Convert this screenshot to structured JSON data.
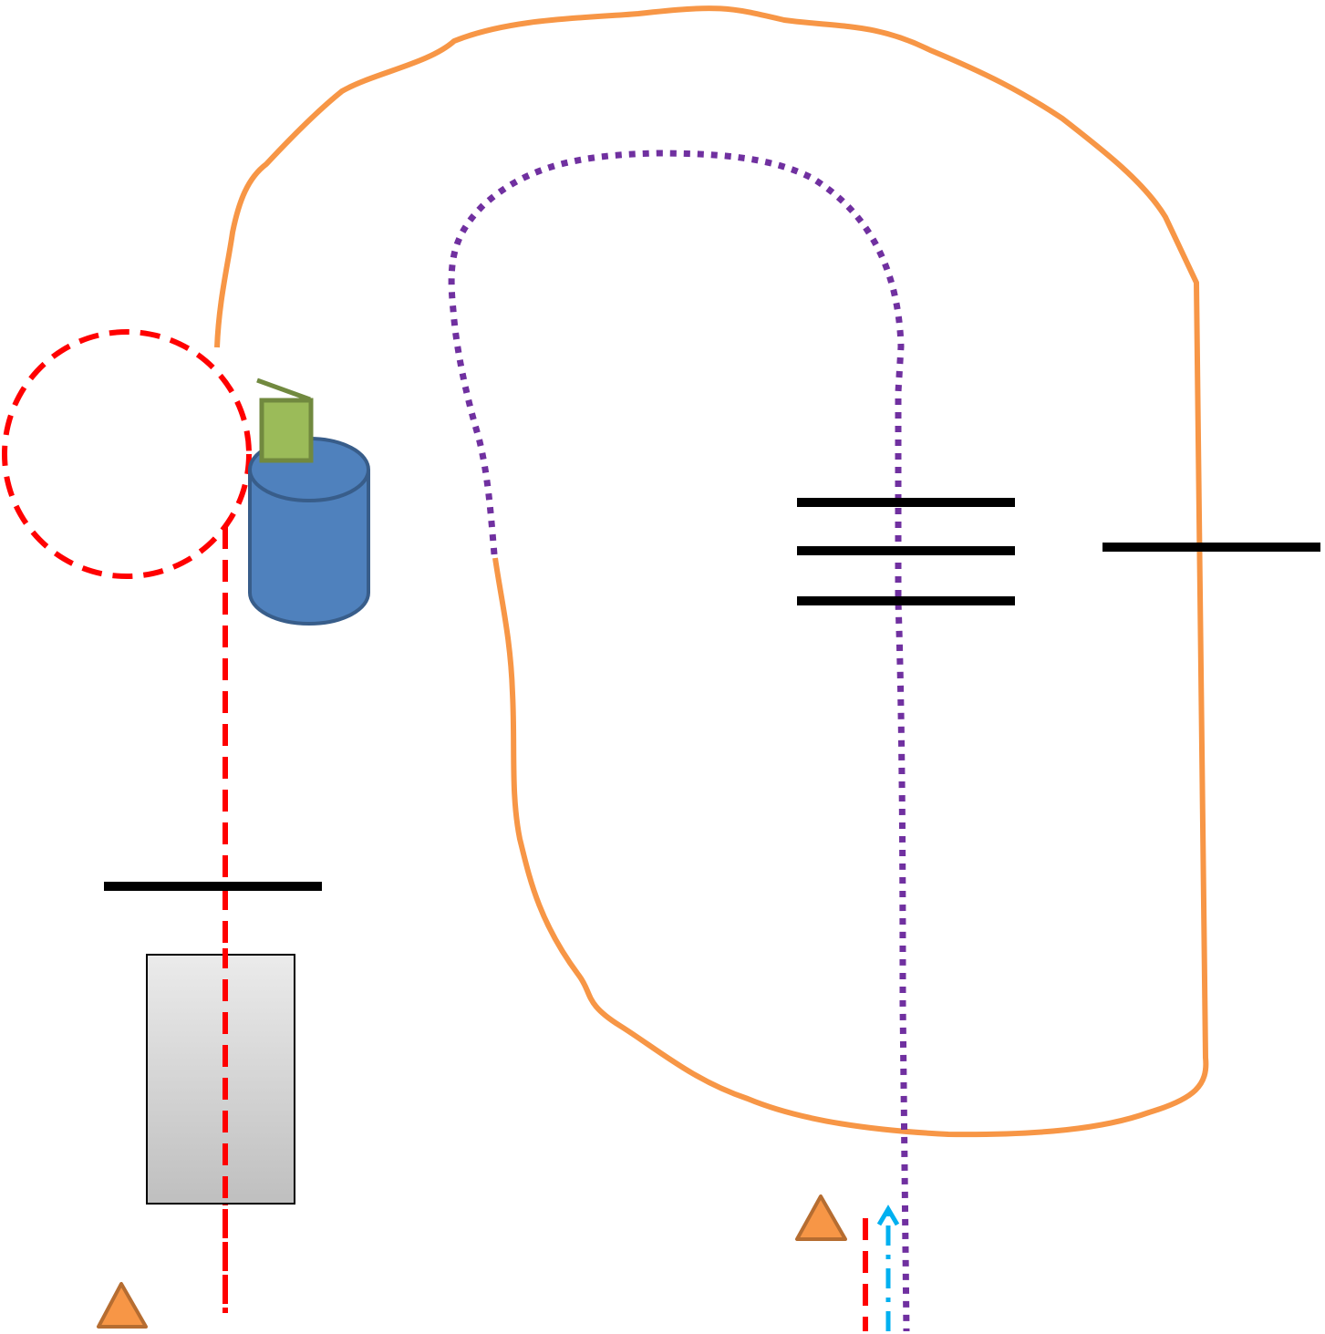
{
  "diagram": {
    "colors": {
      "background": "#ffffff",
      "orange_path": "#f79646",
      "purple_dotted": "#7030a0",
      "red_dashed": "#ff0000",
      "cyan_dashdot": "#00b0f0",
      "black_bars": "#000000",
      "tank_fill": "#4f81bd",
      "tank_stroke": "#385d8a",
      "valve_fill": "#9bbb59",
      "valve_stroke": "#71893f",
      "triangle_fill": "#f79646",
      "triangle_stroke": "#b66d31",
      "box_gradient_top": "#ebebeb",
      "box_gradient_bottom": "#bfbfbf"
    },
    "elements": [
      "orange-loop-path",
      "purple-dotted-path",
      "red-dashed-circle",
      "red-dashed-line",
      "blue-tank",
      "green-valve",
      "black-bar-left",
      "black-bar-triple",
      "black-bar-right",
      "grey-box",
      "orange-triangle-left",
      "orange-triangle-right",
      "red-dashed-short-line",
      "cyan-dashdot-arrow"
    ]
  }
}
